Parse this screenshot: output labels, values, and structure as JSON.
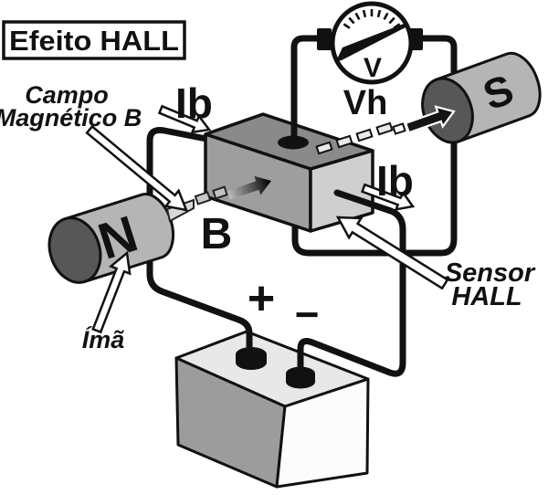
{
  "title": "Efeito HALL",
  "labels": {
    "field_line1": "Campo",
    "field_line2": "Magnético B",
    "current_top": "Ib",
    "current_right": "Ib",
    "field_b": "B",
    "hall_voltage": "Vh",
    "voltmeter": "V",
    "magnet_n": "N",
    "magnet_s": "S",
    "sensor_line1": "Sensor",
    "sensor_line2": "HALL",
    "magnet_name": "Ímã",
    "plus": "+",
    "minus": "−"
  },
  "colors": {
    "wire": "#111111",
    "outline": "#111111",
    "box_top": "#8a8a8a",
    "box_front": "#9e9e9e",
    "box_right": "#cfcfcf",
    "magnet_body": "#b5b5b5",
    "magnet_face": "#575757",
    "magnet_letter": "#222222",
    "battery_top": "#e8e8e8",
    "battery_left": "#9c9c9c",
    "battery_right": "#fcfcfc",
    "dash_light": "#d9d9d9",
    "arrow_fill": "#ffffff"
  }
}
